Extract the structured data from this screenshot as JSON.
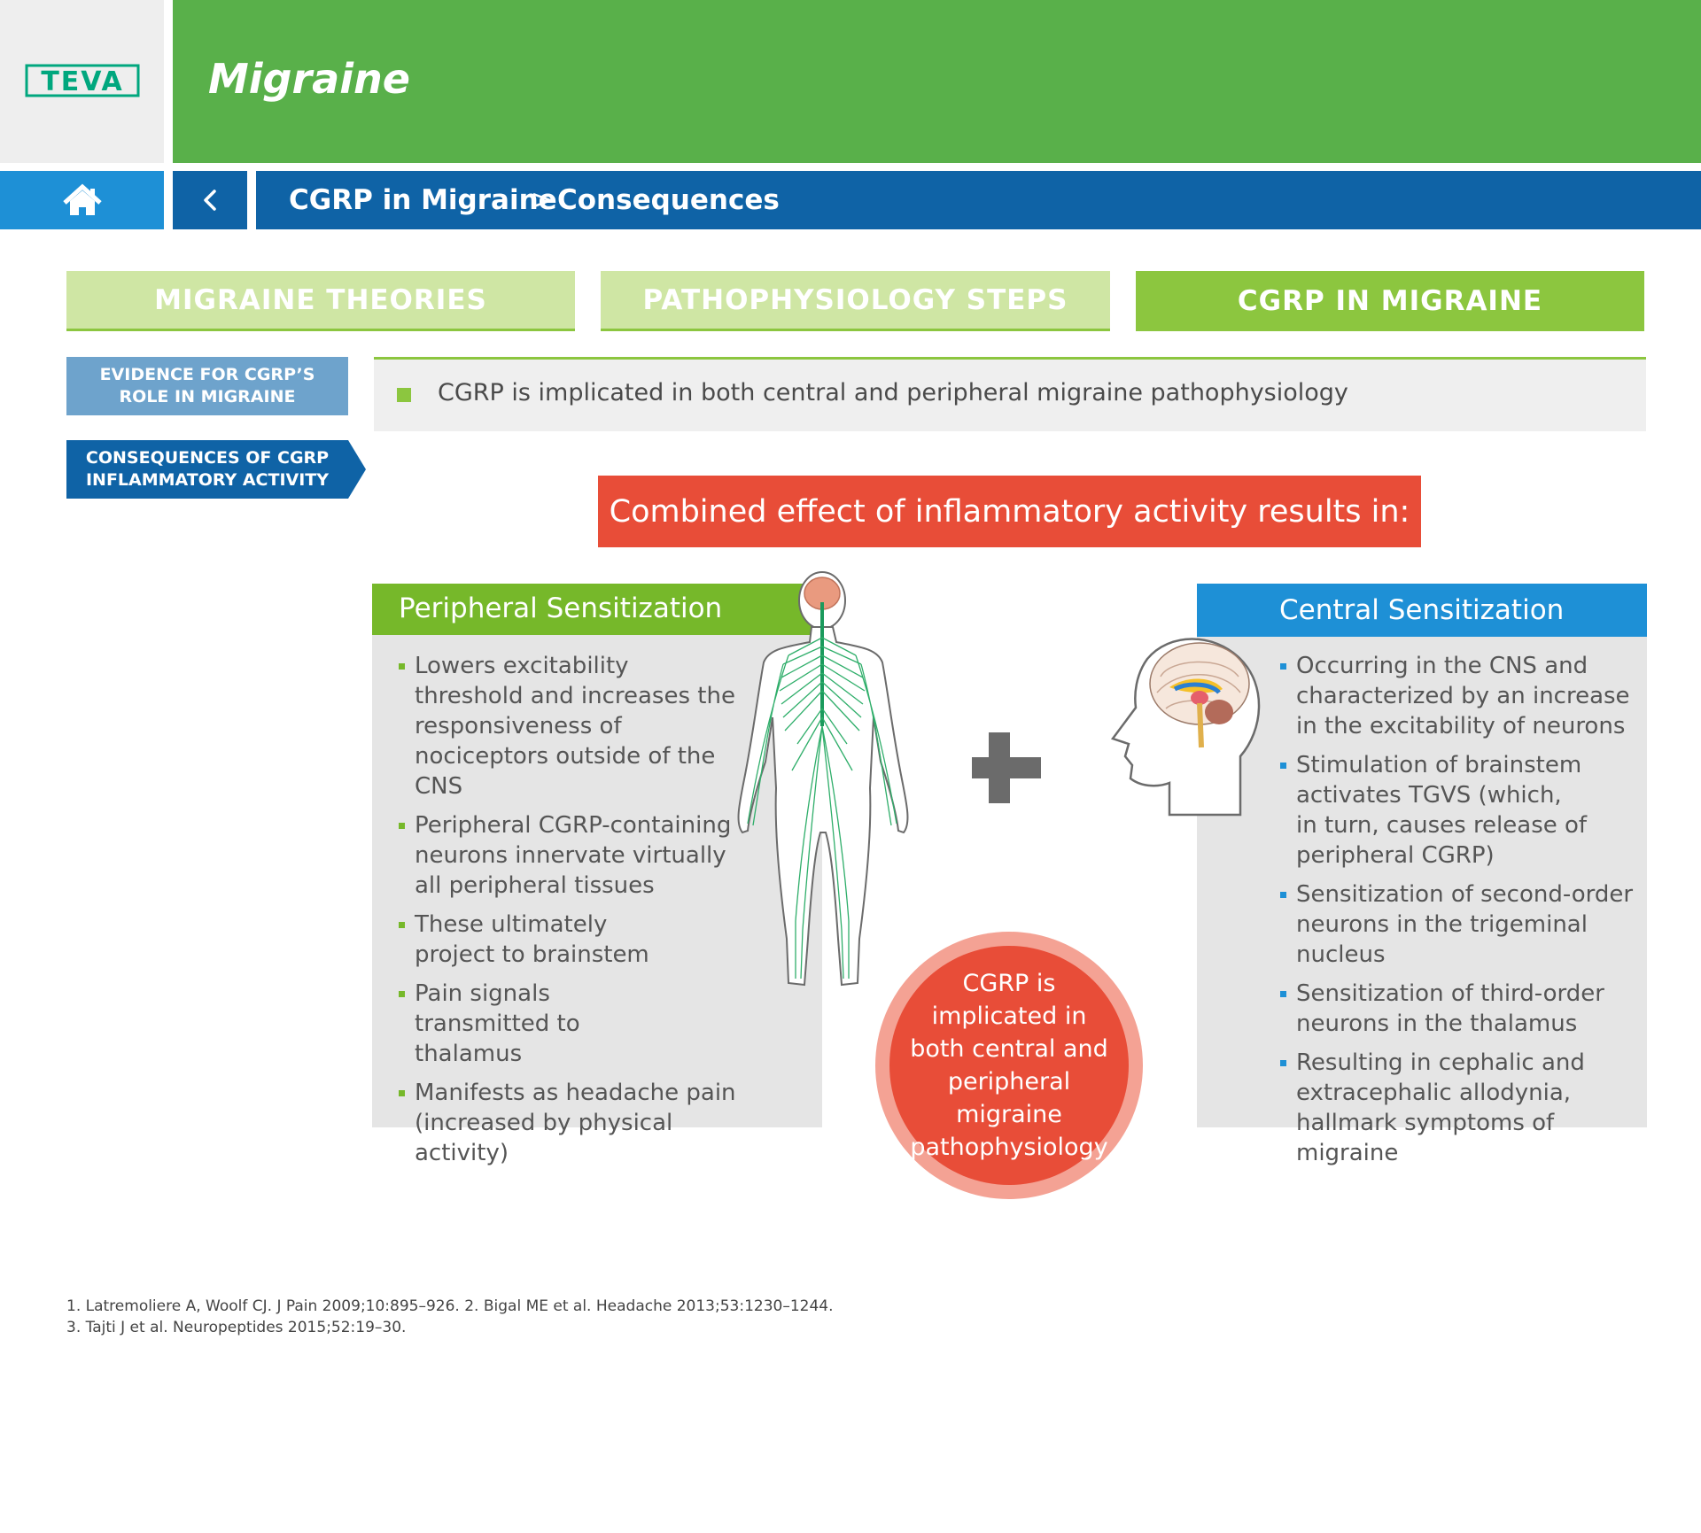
{
  "header": {
    "logo_text": "TEVA",
    "app_title": "Migraine"
  },
  "nav": {
    "home_label": "home",
    "back_label": "back"
  },
  "breadcrumb": {
    "items": [
      "CGRP in Migraine",
      "Consequences"
    ],
    "separator": ">"
  },
  "tabs": [
    {
      "label": "MIGRAINE THEORIES",
      "active": false
    },
    {
      "label": "PATHOPHYSIOLOGY STEPS",
      "active": false
    },
    {
      "label": "CGRP IN MIGRAINE",
      "active": true
    }
  ],
  "sidenav": {
    "items": [
      {
        "line1": "EVIDENCE FOR CGRP’S",
        "line2": "ROLE IN MIGRAINE",
        "active": false
      },
      {
        "line1": "CONSEQUENCES OF CGRP",
        "line2": "INFLAMMATORY ACTIVITY",
        "active": true
      }
    ]
  },
  "statement": "CGRP is implicated in both central and peripheral migraine pathophysiology",
  "combined_banner": "Combined effect of inflammatory activity results in:",
  "peripheral": {
    "title": "Peripheral Sensitization",
    "bullets": [
      "Lowers excitability threshold and increases the responsiveness of nociceptors outside of the CNS",
      "Peripheral CGRP-containing neurons innervate virtually all peripheral tissues",
      "These ultimately project to brainstem",
      "Pain signals transmitted to thalamus",
      "Manifests as headache pain (increased by physical activity)"
    ]
  },
  "central": {
    "title": "Central Sensitization",
    "bullets": [
      "Occurring in the CNS and characterized by an increase in the excitability of neurons",
      "Stimulation of brainstem activates TGVS (which, in turn, causes release of peripheral CGRP)",
      "Sensitization of second-order neurons in the trigeminal nucleus",
      "Sensitization of third-order neurons in the thalamus",
      "Resulting in cephalic and extracephalic allodynia, hallmark symptoms of migraine"
    ]
  },
  "circle_text": "CGRP is implicated in both central and peripheral migraine pathophysiology",
  "references": {
    "line1": "1. Latremoliere A, Woolf CJ. J Pain 2009;10:895–926. 2. Bigal ME et al. Headache 2013;53:1230–1244.",
    "line2": "3. Tajti J et al. Neuropeptides 2015;52:19–30."
  },
  "colors": {
    "green": "#59b04a",
    "lime": "#8cc63f",
    "blue": "#0f63a6",
    "light_blue": "#1e90d6",
    "red": "#e84d38",
    "teva_green": "#00a77e"
  },
  "icons": {
    "home": "house-icon",
    "back": "chevron-left-icon",
    "body": "nervous-system-figure",
    "head": "brain-head-figure",
    "plus": "plus-icon"
  }
}
